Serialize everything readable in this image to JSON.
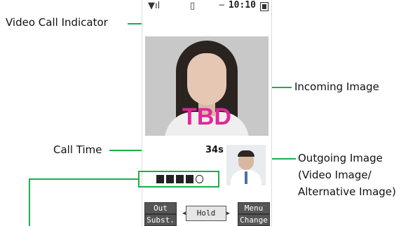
{
  "callouts": {
    "video_call_indicator": "Video Call Indicator",
    "incoming_image": "Incoming Image",
    "call_time": "Call Time",
    "outgoing_line1": "Outgoing Image",
    "outgoing_line2": "(Video Image/",
    "outgoing_line3": "Alternative Image)"
  },
  "status_bar": {
    "signal_icon": "signal-icon",
    "video_call_icon": "video-call-indicator-icon",
    "time": "10:10",
    "battery_icon": "battery-icon"
  },
  "screen": {
    "placeholder_text": "TBD",
    "call_time_value": "34s"
  },
  "softkeys": {
    "top_left": "Out cam",
    "bottom_left": "Subst.",
    "center": "Hold",
    "top_right": "Menu",
    "bottom_right": "Change"
  },
  "colors": {
    "callout_line": "#18b04a",
    "placeholder_text": "#e0279a",
    "softkey_bg": "#555555"
  }
}
